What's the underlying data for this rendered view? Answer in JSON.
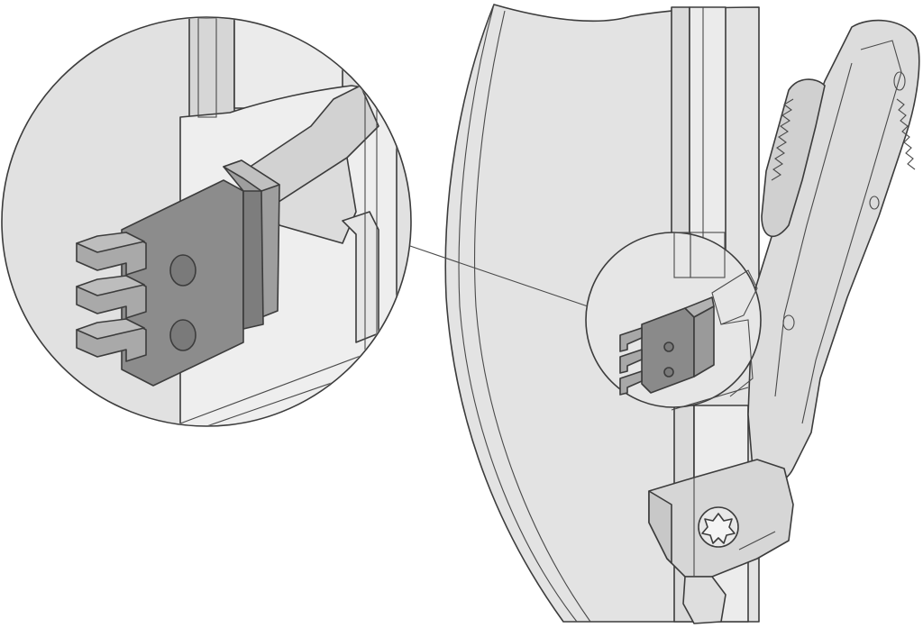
{
  "figure": {
    "kind": "technical-line-illustration",
    "labels": [],
    "colors": {
      "background": "#ffffff",
      "panel_fill": "#e4e4e4",
      "panel_fill_light": "#ececec",
      "lens_fill": "#e1e1e1",
      "part_dark": "#8a8a8a",
      "part_dark_side": "#6c6c6c",
      "part_light": "#b5b5b5",
      "outline": "#3c3c3c"
    },
    "parts": [
      "door-panel",
      "hinge-arm",
      "hinge-base-plate",
      "torx-screw",
      "magnifier-circle",
      "sensor-block",
      "sensor-pins"
    ]
  }
}
